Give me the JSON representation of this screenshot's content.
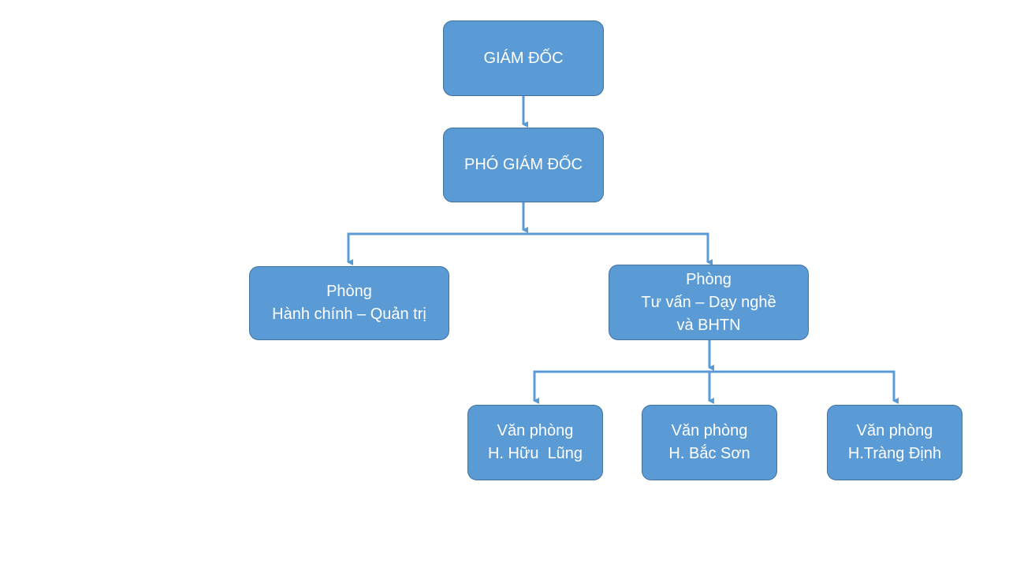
{
  "diagram": {
    "colors": {
      "box_fill": "#5b9bd5",
      "box_border": "#41719c",
      "connector": "#5b9bd5",
      "text": "#ffffff"
    },
    "nodes": {
      "director": {
        "lines": [
          "GIÁM ĐỐC"
        ]
      },
      "deputy": {
        "lines": [
          "PHÓ GIÁM ĐỐC"
        ]
      },
      "admin": {
        "lines": [
          "Phòng",
          "Hành chính – Quản trị"
        ]
      },
      "advisory": {
        "lines": [
          "Phòng",
          "Tư vấn – Dạy nghề",
          "và BHTN"
        ]
      },
      "huu_lung": {
        "lines": [
          "Văn phòng",
          "H. Hữu  Lũng"
        ]
      },
      "bac_son": {
        "lines": [
          "Văn phòng",
          "H. Bắc Sơn"
        ]
      },
      "trang_dinh": {
        "lines": [
          "Văn phòng",
          "H.Tràng Định"
        ]
      }
    },
    "edges": [
      [
        "director",
        "deputy"
      ],
      [
        "deputy",
        "admin"
      ],
      [
        "deputy",
        "advisory"
      ],
      [
        "advisory",
        "huu_lung"
      ],
      [
        "advisory",
        "bac_son"
      ],
      [
        "advisory",
        "trang_dinh"
      ]
    ]
  }
}
